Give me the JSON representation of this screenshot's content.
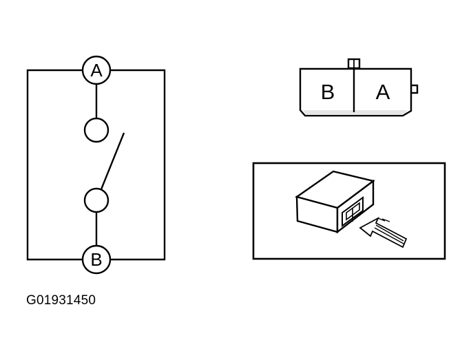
{
  "schematic": {
    "terminal_top_label": "A",
    "terminal_bottom_label": "B"
  },
  "connector_face": {
    "left_cell_label": "B",
    "right_cell_label": "A"
  },
  "figure_id": "G01931450",
  "colors": {
    "line": "#000000",
    "background": "#ffffff",
    "connector_shade": "#e6e6e6"
  }
}
